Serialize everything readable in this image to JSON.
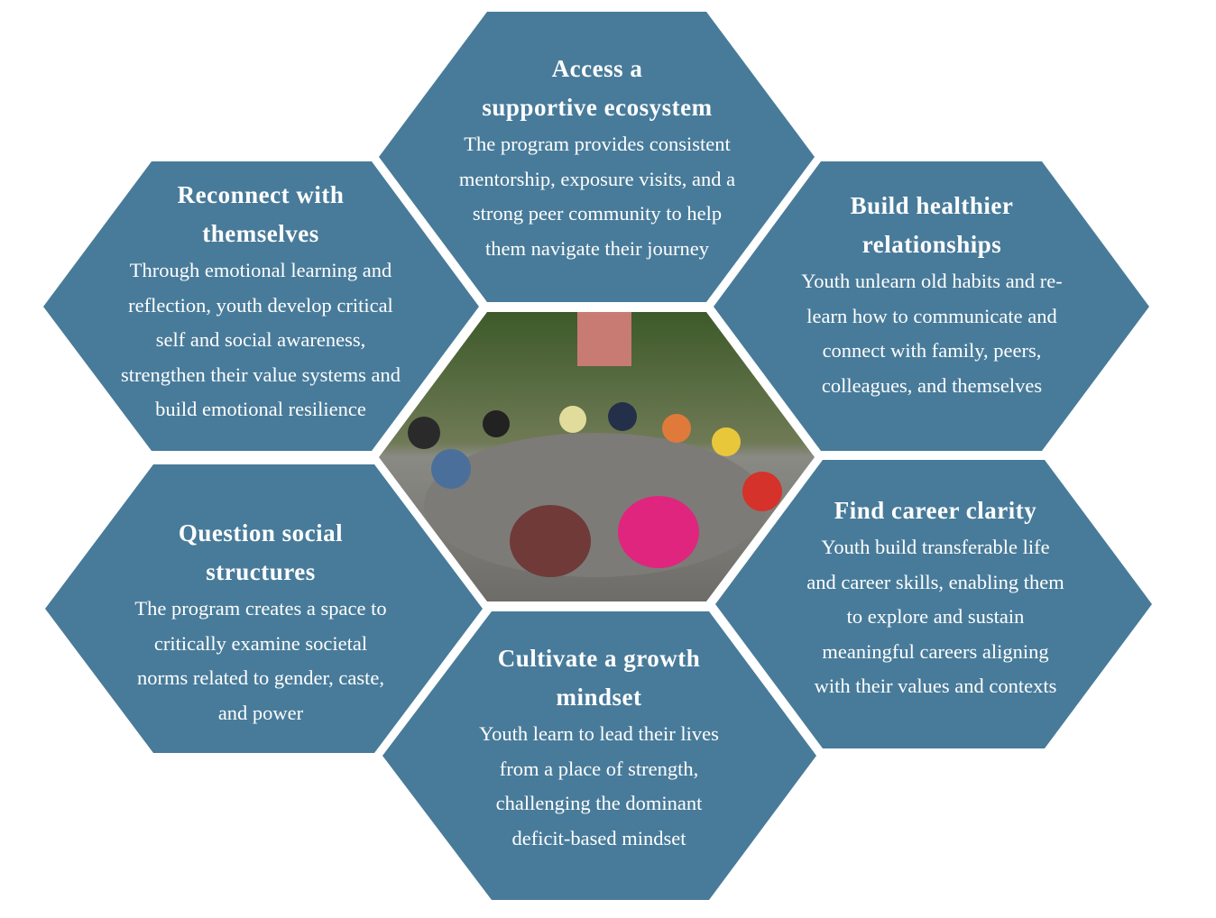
{
  "colors": {
    "hex_fill": "#487b9a",
    "text": "#ffffff"
  },
  "center_photo": {
    "description_icon": "group-photo"
  },
  "hexagons": [
    {
      "id": "access",
      "title": [
        "Access a",
        "supportive ecosystem"
      ],
      "body": [
        "The program provides consistent",
        "mentorship, exposure visits, and a",
        "strong peer community to help",
        "them navigate their journey"
      ]
    },
    {
      "id": "reconnect",
      "title": [
        "Reconnect with",
        "themselves"
      ],
      "body": [
        "Through emotional learning and",
        "reflection, youth develop critical",
        "self and social awareness,",
        "strengthen their value systems and",
        "build emotional resilience"
      ]
    },
    {
      "id": "relationships",
      "title": [
        "Build healthier",
        "relationships"
      ],
      "body": [
        "Youth unlearn old habits and re-",
        "learn how to communicate and",
        "connect with family, peers,",
        "colleagues, and themselves"
      ]
    },
    {
      "id": "question",
      "title": [
        "Question social",
        "structures"
      ],
      "body": [
        "The program creates a space to",
        "critically examine societal",
        "norms related to gender, caste,",
        "and power"
      ]
    },
    {
      "id": "career",
      "title": [
        "Find career clarity"
      ],
      "body": [
        "Youth build transferable life",
        "and career skills, enabling them",
        "to explore and sustain",
        "meaningful careers aligning",
        "with their values and contexts"
      ]
    },
    {
      "id": "growth",
      "title": [
        "Cultivate a growth",
        "mindset"
      ],
      "body": [
        "Youth learn to lead their lives",
        "from a place of strength,",
        "challenging the dominant",
        "deficit-based mindset"
      ]
    }
  ]
}
